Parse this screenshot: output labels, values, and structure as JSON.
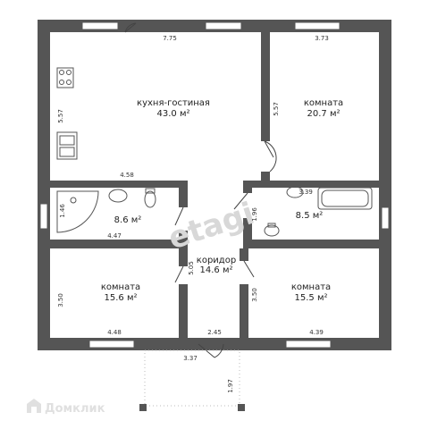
{
  "plan": {
    "rooms": [
      {
        "id": "living",
        "name": "кухня-гостиная",
        "area": "43.0 м²"
      },
      {
        "id": "room-ne",
        "name": "комната",
        "area": "20.7 м²"
      },
      {
        "id": "bath-w",
        "name": "",
        "area": "8.6 м²"
      },
      {
        "id": "bath-e",
        "name": "",
        "area": "8.5 м²"
      },
      {
        "id": "corridor",
        "name": "коридор",
        "area": "14.6 м²"
      },
      {
        "id": "room-sw",
        "name": "комната",
        "area": "15.6 м²"
      },
      {
        "id": "room-se",
        "name": "комната",
        "area": "15.5 м²"
      }
    ],
    "dimensions": {
      "d_773": "7.75",
      "d_373": "3.73",
      "d_557a": "5.57",
      "d_557b": "5.57",
      "d_458": "4.58",
      "d_146": "1.46",
      "d_447": "4.47",
      "d_196": "1.96",
      "d_339": "3.39",
      "d_505": "5.05",
      "d_350a": "3.50",
      "d_350b": "3.50",
      "d_448": "4.48",
      "d_245": "2.45",
      "d_439": "4.39",
      "d_337": "3.37",
      "d_197": "1.97"
    },
    "watermark": "etagi",
    "footer_brand": "Домклик"
  },
  "colors": {
    "wall": "#555555",
    "window": "#ffffff",
    "line": "#444444"
  }
}
